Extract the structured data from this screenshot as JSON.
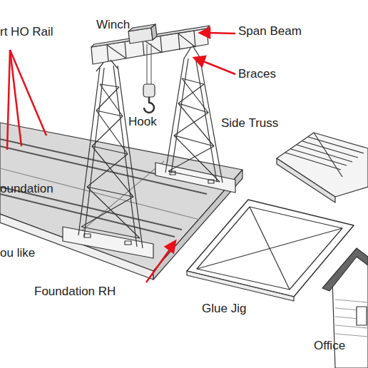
{
  "diagram": {
    "labels": [
      "rt HO Rail",
      "Winch",
      "Span Beam",
      "Braces",
      "Hook",
      "Side Truss",
      "oundation",
      "ou like",
      "Foundation RH",
      "Glue Jig",
      "Office"
    ]
  }
}
